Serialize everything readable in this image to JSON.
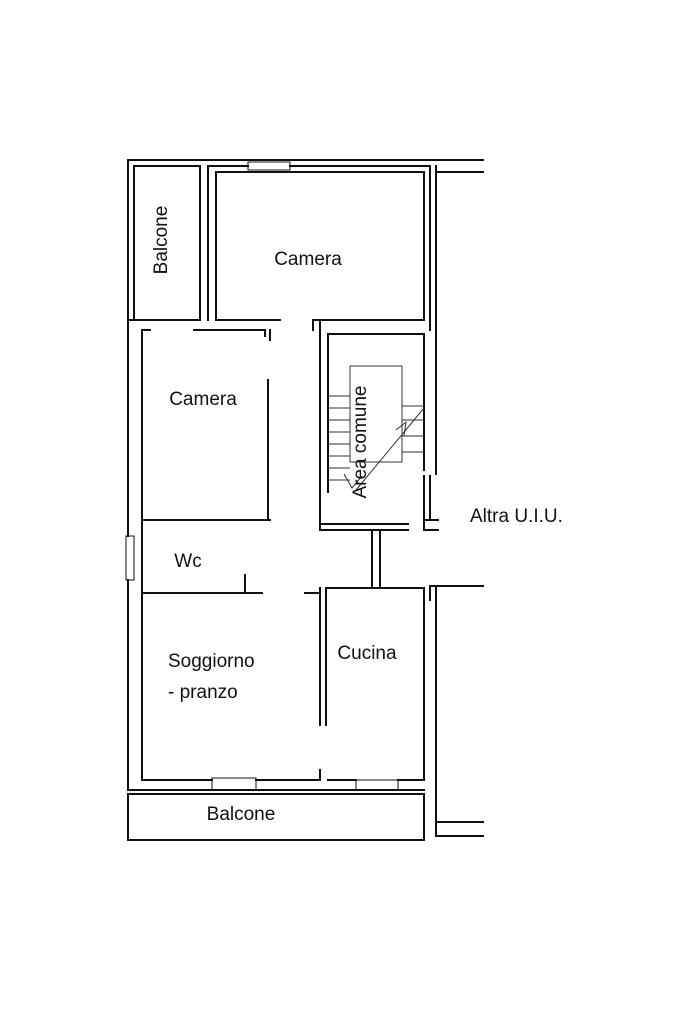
{
  "rooms": {
    "balcone_top": "Balcone",
    "camera_top": "Camera",
    "camera_left": "Camera",
    "area_comune": "Area comune",
    "altra_uiu": "Altra U.I.U.",
    "wc": "Wc",
    "soggiorno_line1": "Soggiorno",
    "soggiorno_line2": "- pranzo",
    "cucina": "Cucina",
    "balcone_bottom": "Balcone"
  }
}
